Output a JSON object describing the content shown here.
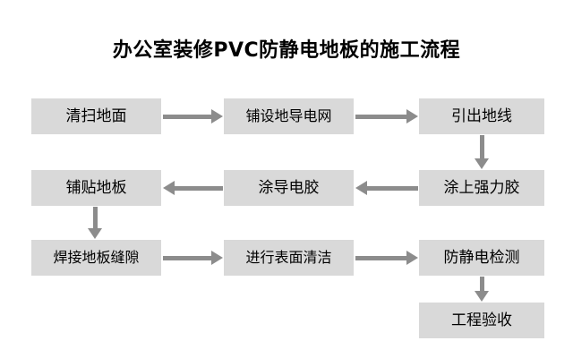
{
  "title": "办公室装修PVC防静电地板的施工流程",
  "colors": {
    "background": "#ffffff",
    "node_fill": "#d9d9d9",
    "node_text": "#000000",
    "arrow": "#8c8c8c",
    "title_text": "#000000"
  },
  "chart_data": {
    "type": "diagram",
    "title": "办公室装修PVC防静电地板的施工流程",
    "layout": "serpentine-grid-3-columns",
    "nodes": [
      {
        "id": "n1",
        "label": "清扫地面",
        "row": 1,
        "col": 1
      },
      {
        "id": "n2",
        "label": "铺设地导电网",
        "row": 1,
        "col": 2
      },
      {
        "id": "n3",
        "label": "引出地线",
        "row": 1,
        "col": 3
      },
      {
        "id": "n4",
        "label": "涂上强力胶",
        "row": 2,
        "col": 3
      },
      {
        "id": "n5",
        "label": "涂导电胶",
        "row": 2,
        "col": 2
      },
      {
        "id": "n6",
        "label": "铺贴地板",
        "row": 2,
        "col": 1
      },
      {
        "id": "n7",
        "label": "焊接地板缝隙",
        "row": 3,
        "col": 1
      },
      {
        "id": "n8",
        "label": "进行表面清洁",
        "row": 3,
        "col": 2
      },
      {
        "id": "n9",
        "label": "防静电检测",
        "row": 3,
        "col": 3
      },
      {
        "id": "n10",
        "label": "工程验收",
        "row": 4,
        "col": 3
      }
    ],
    "edges": [
      {
        "from": "n1",
        "to": "n2",
        "direction": "right"
      },
      {
        "from": "n2",
        "to": "n3",
        "direction": "right"
      },
      {
        "from": "n3",
        "to": "n4",
        "direction": "down"
      },
      {
        "from": "n4",
        "to": "n5",
        "direction": "left"
      },
      {
        "from": "n5",
        "to": "n6",
        "direction": "left"
      },
      {
        "from": "n6",
        "to": "n7",
        "direction": "down"
      },
      {
        "from": "n7",
        "to": "n8",
        "direction": "right"
      },
      {
        "from": "n8",
        "to": "n9",
        "direction": "right"
      },
      {
        "from": "n9",
        "to": "n10",
        "direction": "down"
      }
    ]
  }
}
